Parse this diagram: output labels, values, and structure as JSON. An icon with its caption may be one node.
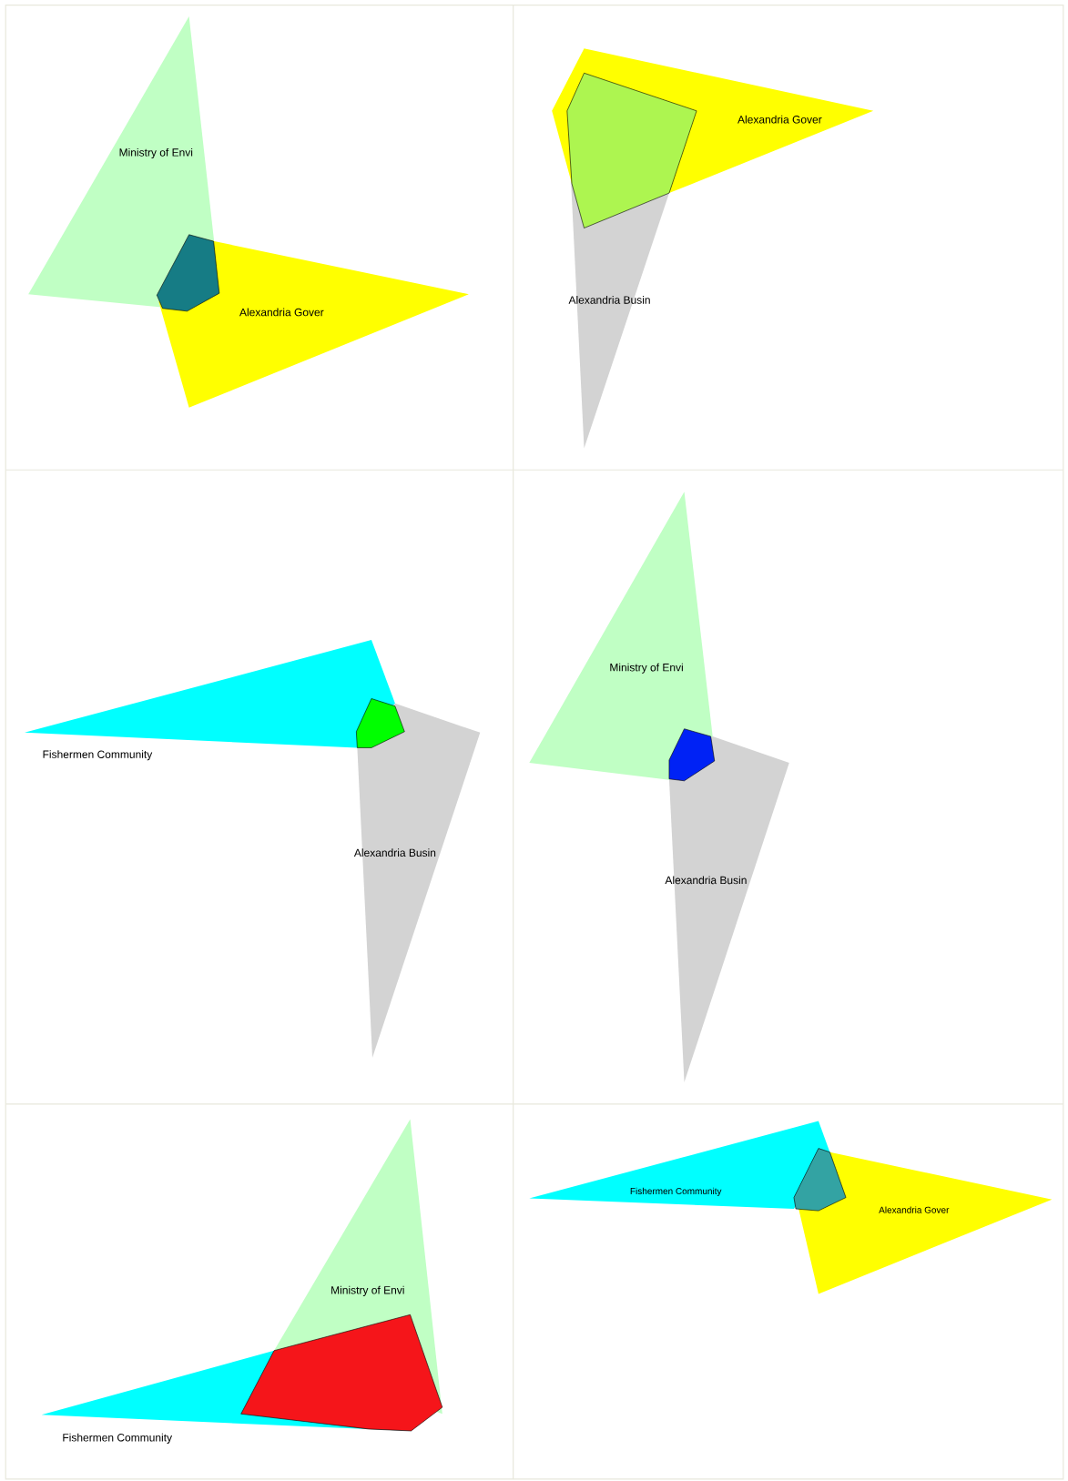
{
  "diagram": {
    "labels": [
      "Ministry of Envi",
      "Alexandria Gover",
      "Alexandria Gover",
      "Alexandria Busin",
      "Fishermen Community",
      "Alexandria Busin",
      "Ministry of Envi",
      "Alexandria Busin",
      "Ministry of Envi",
      "Fishermen Community",
      "Fishermen Community",
      "Alexandria Gover"
    ]
  }
}
